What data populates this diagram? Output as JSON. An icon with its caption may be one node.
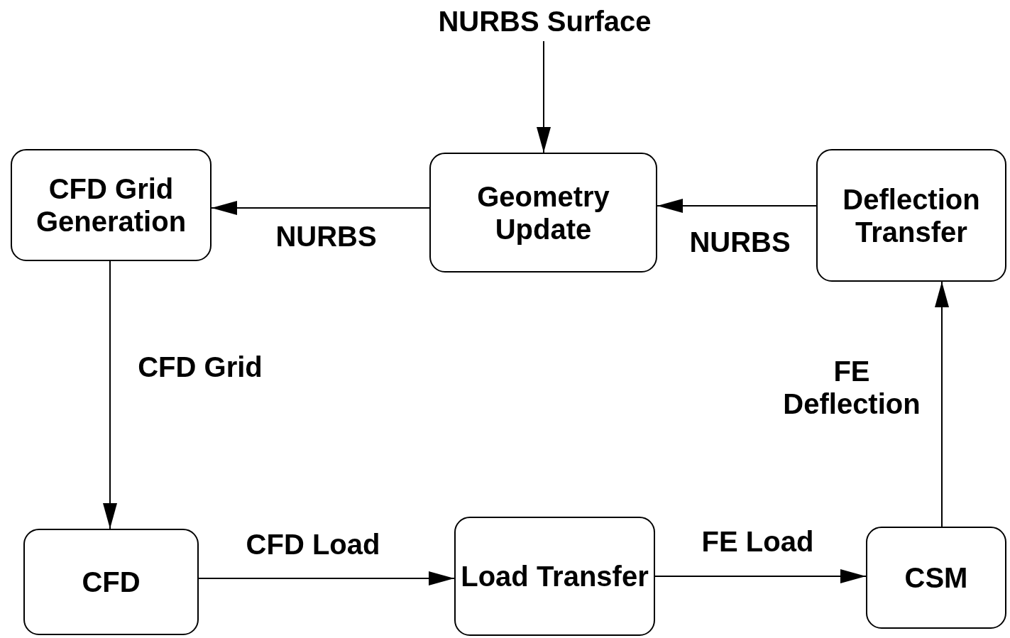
{
  "diagram": {
    "nodes": [
      {
        "text": [
          "NURBS Surface"
        ]
      },
      {
        "text": [
          "CFD Grid Generation"
        ]
      },
      {
        "text": [
          "Geometry Update"
        ]
      },
      {
        "text": [
          "Deflection Transfer"
        ]
      },
      {
        "text": [
          "CFD"
        ]
      },
      {
        "text": [
          "Load Transfer"
        ]
      },
      {
        "text": [
          "CSM"
        ]
      }
    ],
    "edges": [
      {
        "from": 0,
        "to": 2,
        "arrow": "to"
      },
      {
        "from": 2,
        "to": 1,
        "arrow": "to",
        "label": "NURBS"
      },
      {
        "from": 3,
        "to": 2,
        "arrow": "to",
        "label": "NURBS"
      },
      {
        "from": 1,
        "to": 4,
        "arrow": "to",
        "label": "CFD Grid"
      },
      {
        "from": 4,
        "to": 5,
        "arrow": "to",
        "label": "CFD Load"
      },
      {
        "from": 5,
        "to": 6,
        "arrow": "to",
        "label": "FE Load"
      },
      {
        "from": 6,
        "to": 3,
        "arrow": "to",
        "label": "FE Deflection"
      }
    ]
  }
}
